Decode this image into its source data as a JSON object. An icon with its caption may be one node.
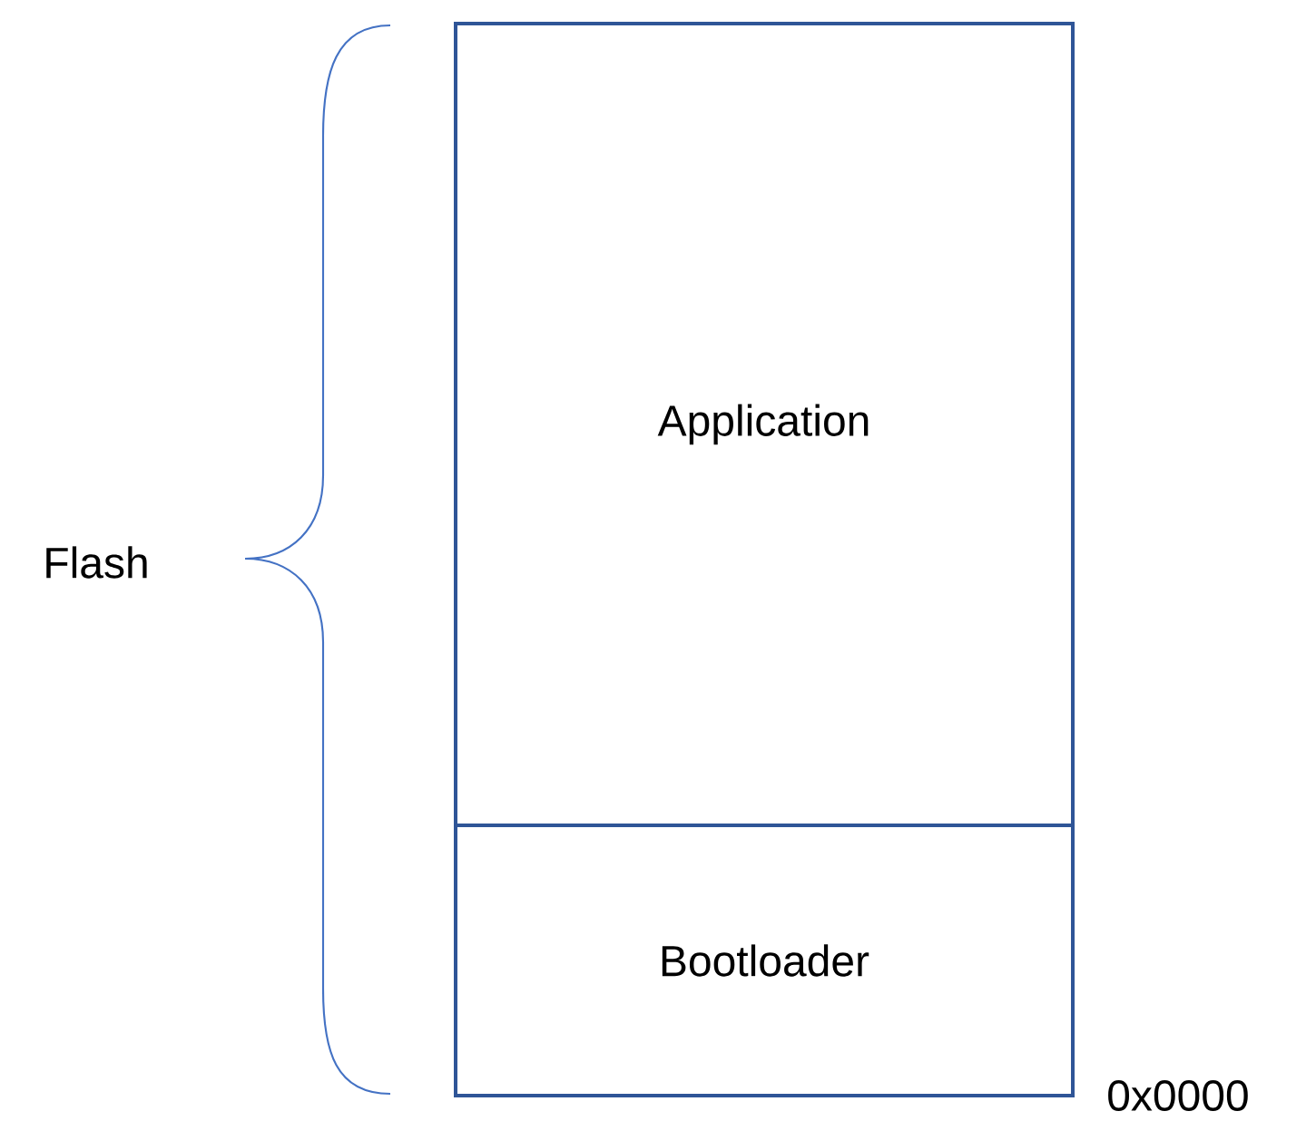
{
  "diagram": {
    "nodes": [
      {
        "text": [
          "Application"
        ]
      },
      {
        "text": [
          "Bootloader"
        ]
      }
    ],
    "labels": [
      "Flash",
      "0x0000"
    ]
  }
}
